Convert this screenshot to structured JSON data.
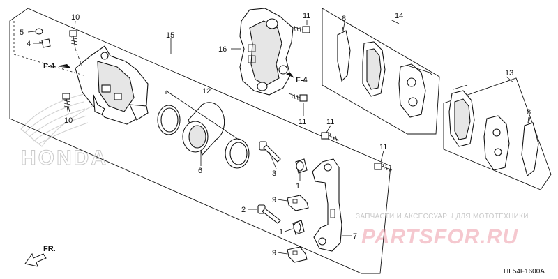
{
  "diagram": {
    "callouts": {
      "p1a": "1",
      "p1b": "1",
      "p2": "2",
      "p3": "3",
      "p4": "4",
      "p5": "5",
      "p6": "6",
      "p7": "7",
      "p8a": "8",
      "p8b": "8",
      "p9a": "9",
      "p9b": "9",
      "p10a": "10",
      "p10b": "10",
      "p11a": "11",
      "p11b": "11",
      "p11c": "11",
      "p11d": "11",
      "p12": "12",
      "p13": "13",
      "p14": "14",
      "p15": "15",
      "p16": "16"
    },
    "ref_left": "F-4",
    "ref_right": "F-4",
    "direction_label": "FR.",
    "diagram_code": "HL54F1600A"
  },
  "watermark": {
    "brand": "HONDA",
    "shop_caption": "ЗАПЧАСТИ И АКСЕССУАРЫ ДЛЯ МОТОТЕХНИКИ",
    "shop_logo": "PARTSFOR.RU"
  },
  "colors": {
    "line": "#111111",
    "watermark_gray": "#c9c9c9",
    "watermark_pink": "#f5c8cf"
  }
}
